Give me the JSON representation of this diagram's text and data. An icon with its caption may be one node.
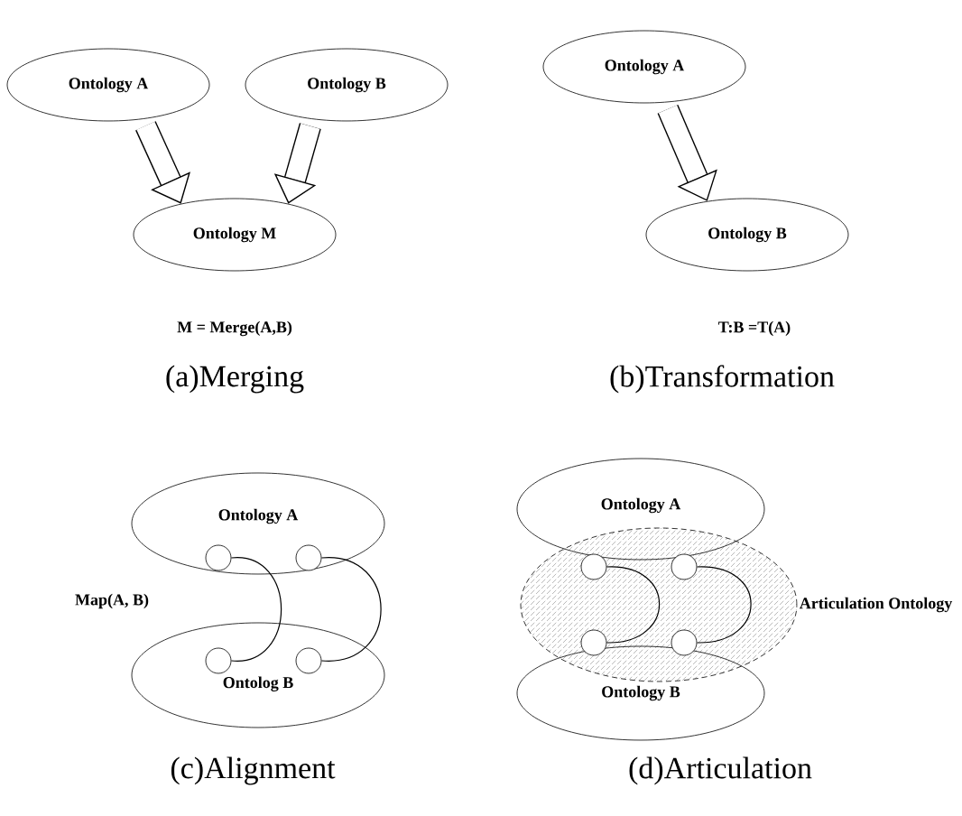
{
  "diagram": {
    "nodes": [
      {
        "text": [
          "Ontology A"
        ]
      },
      {
        "text": [
          "Ontology B"
        ]
      },
      {
        "text": [
          "Ontology M"
        ]
      },
      {
        "text": [
          "Ontology A"
        ]
      },
      {
        "text": [
          "Ontology B"
        ]
      },
      {
        "text": [
          "Ontology A"
        ]
      },
      {
        "text": [],
        "shape": "circle",
        "in": 5
      },
      {
        "text": [],
        "shape": "circle",
        "in": 5
      },
      {
        "text": [
          "Ontolog B"
        ]
      },
      {
        "text": [],
        "shape": "circle",
        "in": 8
      },
      {
        "text": [],
        "shape": "circle",
        "in": 8
      },
      {
        "text": [
          "Ontology A"
        ]
      },
      {
        "text": [
          "Articulation Ontology"
        ]
      },
      {
        "text": [],
        "shape": "circle",
        "in": 12
      },
      {
        "text": [],
        "shape": "circle",
        "in": 12
      },
      {
        "text": [
          "Ontology B"
        ]
      },
      {
        "text": [],
        "shape": "circle",
        "in": 12
      },
      {
        "text": [],
        "shape": "circle",
        "in": 12
      }
    ],
    "edges": [
      {
        "from": 0,
        "to": 2,
        "arrow": "to",
        "style": "thick"
      },
      {
        "from": 1,
        "to": 2,
        "arrow": "to",
        "style": "thick"
      },
      {
        "from": 3,
        "to": 4,
        "arrow": "to",
        "style": "thick"
      },
      {
        "from": 6,
        "to": 9,
        "arrow": "none"
      },
      {
        "from": 7,
        "to": 10,
        "arrow": "none"
      },
      {
        "from": 13,
        "to": 16,
        "arrow": "none"
      },
      {
        "from": 14,
        "to": 17,
        "arrow": "none"
      }
    ],
    "labels": [
      "M = Merge(A,B)",
      "T:B =T(A)",
      "(a)Merging",
      "(b)Transformation",
      "Map(A, B)",
      "(c)Alignment",
      "(d)Articulation"
    ]
  }
}
